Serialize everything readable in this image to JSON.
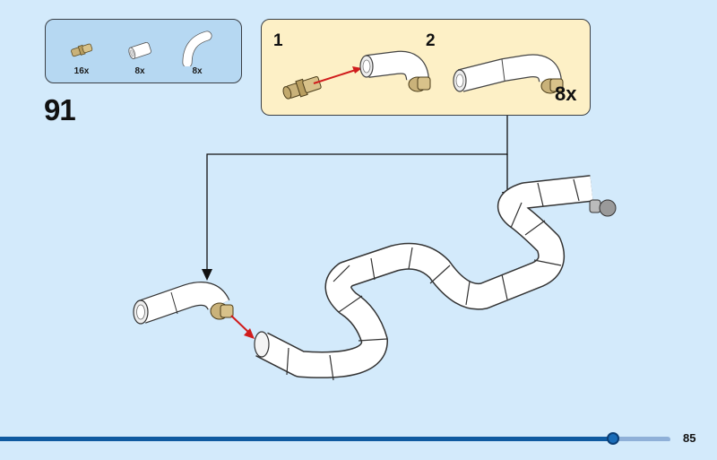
{
  "parts_list": {
    "items": [
      {
        "icon": "axle-pin-icon",
        "quantity": "16x"
      },
      {
        "icon": "straight-tube-icon",
        "quantity": "8x"
      },
      {
        "icon": "curved-tube-icon",
        "quantity": "8x"
      }
    ]
  },
  "step": {
    "number": "91"
  },
  "sub_assembly": {
    "substeps": [
      {
        "number": "1"
      },
      {
        "number": "2"
      }
    ],
    "multiplier": "8x"
  },
  "footer": {
    "page_number": "85",
    "progress_percent": 91
  },
  "colors": {
    "background": "#d3eafb",
    "parts_box": "#b6d8f2",
    "subassembly_box": "#fdf0c6",
    "progress": "#0f5aa0",
    "arrow_red": "#d01c1c",
    "tan": "#c9b27a"
  }
}
